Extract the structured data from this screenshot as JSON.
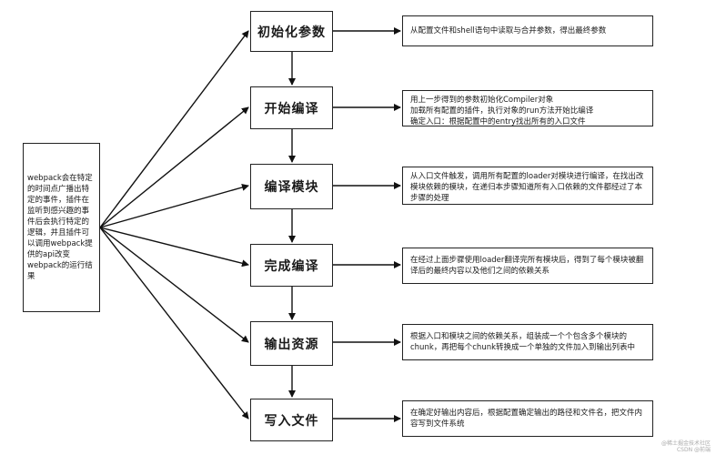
{
  "side_note": "webpack会在特定的时间点广播出特定的事件，插件在监听到感兴趣的事件后会执行特定的逻辑，并且插件可以调用webpack提供的api改变webpack的运行结果",
  "steps": [
    {
      "title": "初始化参数",
      "desc": "从配置文件和shell语句中读取与合并参数，得出最终参数"
    },
    {
      "title": "开始编译",
      "desc": "用上一步得到的参数初始化Compiler对象\n加载所有配置的插件，执行对象的run方法开始比编译\n确定入口：根据配置中的entry找出所有的入口文件"
    },
    {
      "title": "编译模块",
      "desc": "从入口文件触发，调用所有配置的loader对模块进行编译，在找出改模块依赖的模块，在递归本步骤知道所有入口依赖的文件都经过了本步骤的处理"
    },
    {
      "title": "完成编译",
      "desc": "在经过上面步骤使用loader翻译完所有模块后，得到了每个模块被翻译后的最终内容以及他们之间的依赖关系"
    },
    {
      "title": "输出资源",
      "desc": "根据入口和模块之间的依赖关系，组装成一个个包含多个模块的chunk，再把每个chunk转换成一个单独的文件加入到输出列表中"
    },
    {
      "title": "写入文件",
      "desc": "在确定好输出内容后，根据配置确定输出的路径和文件名，把文件内容写到文件系统"
    }
  ],
  "watermark": [
    "@稀土掘金技术社区",
    "CSDN @前端"
  ]
}
